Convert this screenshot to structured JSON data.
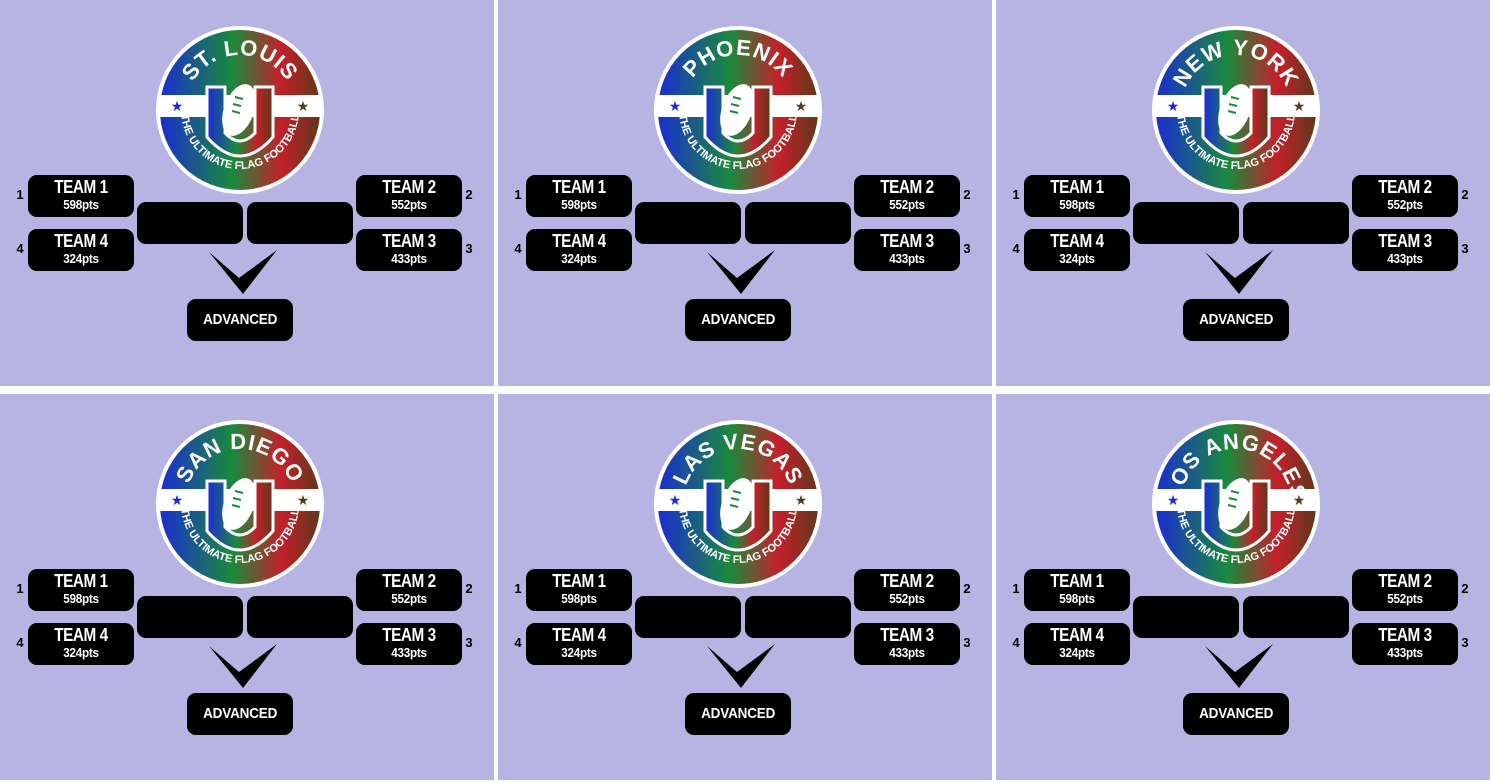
{
  "colors": {
    "panel_bg": "#b7b3e2",
    "block": "#000000",
    "logo_blue": "#1a2bd6",
    "logo_green": "#1a8a3c",
    "logo_red": "#c4202a",
    "logo_brown": "#5a3a1a"
  },
  "panels": [
    {
      "city": "ST. LOUIS",
      "tagline": "THE ULTIMATE FLAG FOOTBALL",
      "star_left": "★",
      "star_right": "★",
      "teams": [
        {
          "seed": "1",
          "name": "TEAM 1",
          "pts": "598pts"
        },
        {
          "seed": "2",
          "name": "TEAM 2",
          "pts": "552pts"
        },
        {
          "seed": "4",
          "name": "TEAM 4",
          "pts": "324pts"
        },
        {
          "seed": "3",
          "name": "TEAM 3",
          "pts": "433pts"
        }
      ],
      "advanced_label": "ADVANCED"
    },
    {
      "city": "PHOENIX",
      "tagline": "THE ULTIMATE FLAG FOOTBALL",
      "star_left": "★",
      "star_right": "★",
      "teams": [
        {
          "seed": "1",
          "name": "TEAM 1",
          "pts": "598pts"
        },
        {
          "seed": "2",
          "name": "TEAM 2",
          "pts": "552pts"
        },
        {
          "seed": "4",
          "name": "TEAM 4",
          "pts": "324pts"
        },
        {
          "seed": "3",
          "name": "TEAM 3",
          "pts": "433pts"
        }
      ],
      "advanced_label": "ADVANCED"
    },
    {
      "city": "NEW YORK",
      "tagline": "THE ULTIMATE FLAG FOOTBALL",
      "star_left": "★",
      "star_right": "★",
      "teams": [
        {
          "seed": "1",
          "name": "TEAM 1",
          "pts": "598pts"
        },
        {
          "seed": "2",
          "name": "TEAM 2",
          "pts": "552pts"
        },
        {
          "seed": "4",
          "name": "TEAM 4",
          "pts": "324pts"
        },
        {
          "seed": "3",
          "name": "TEAM 3",
          "pts": "433pts"
        }
      ],
      "advanced_label": "ADVANCED"
    },
    {
      "city": "SAN DIEGO",
      "tagline": "THE ULTIMATE FLAG FOOTBALL",
      "star_left": "★",
      "star_right": "★",
      "teams": [
        {
          "seed": "1",
          "name": "TEAM 1",
          "pts": "598pts"
        },
        {
          "seed": "2",
          "name": "TEAM 2",
          "pts": "552pts"
        },
        {
          "seed": "4",
          "name": "TEAM 4",
          "pts": "324pts"
        },
        {
          "seed": "3",
          "name": "TEAM 3",
          "pts": "433pts"
        }
      ],
      "advanced_label": "ADVANCED"
    },
    {
      "city": "LAS VEGAS",
      "tagline": "THE ULTIMATE FLAG FOOTBALL",
      "star_left": "★",
      "star_right": "★",
      "teams": [
        {
          "seed": "1",
          "name": "TEAM 1",
          "pts": "598pts"
        },
        {
          "seed": "2",
          "name": "TEAM 2",
          "pts": "552pts"
        },
        {
          "seed": "4",
          "name": "TEAM 4",
          "pts": "324pts"
        },
        {
          "seed": "3",
          "name": "TEAM 3",
          "pts": "433pts"
        }
      ],
      "advanced_label": "ADVANCED"
    },
    {
      "city": "LOS ANGELES",
      "tagline": "THE ULTIMATE FLAG FOOTBALL",
      "star_left": "★",
      "star_right": "★",
      "teams": [
        {
          "seed": "1",
          "name": "TEAM 1",
          "pts": "598pts"
        },
        {
          "seed": "2",
          "name": "TEAM 2",
          "pts": "552pts"
        },
        {
          "seed": "4",
          "name": "TEAM 4",
          "pts": "324pts"
        },
        {
          "seed": "3",
          "name": "TEAM 3",
          "pts": "433pts"
        }
      ],
      "advanced_label": "ADVANCED"
    }
  ]
}
